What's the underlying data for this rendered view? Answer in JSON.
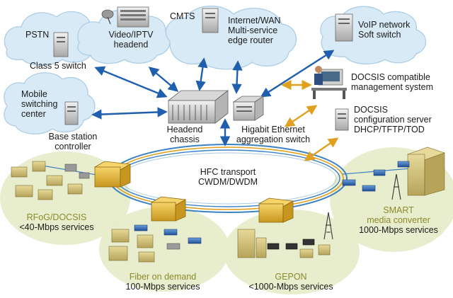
{
  "nodes": {
    "pstn": "PSTN",
    "class5_switch": "Class 5 switch",
    "video_iptv_headend": [
      "Video/IPTV",
      "headend"
    ],
    "cmts": "CMTS",
    "internet_wan": [
      "Internet/WAN",
      "Multi-service",
      "edge router"
    ],
    "voip_network": [
      "VoIP network",
      "Soft switch"
    ],
    "mobile_switching_center": [
      "Mobile",
      "switching",
      "center"
    ],
    "base_station_controller": [
      "Base station",
      "controller"
    ],
    "headend_chassis": [
      "Headend",
      "chassis"
    ],
    "gige_aggregation_switch": [
      "Higabit Ethernet",
      "aggregation switch"
    ],
    "docsis_management_system": [
      "DOCSIS compatible",
      "management system"
    ],
    "docsis_config_server": [
      "DOCSIS",
      "configuration server",
      "DHCP/TFTP/TOD"
    ],
    "hfc_transport": [
      "HFC transport",
      "CWDM/DWDM"
    ]
  },
  "segments": {
    "rfog": {
      "name": "RFoG/DOCSIS",
      "service": "<40-Mbps services"
    },
    "fiber_on_demand": {
      "name": "Fiber on demand",
      "service": "100-Mbps services"
    },
    "gepon": {
      "name": "GEPON",
      "service": "<1000-Mbps services"
    },
    "smart_media": {
      "name": [
        "SMART",
        "media converter"
      ],
      "service": "1000-Mbps services"
    }
  },
  "colors": {
    "cloud": "#d8eaf6",
    "cloud_edge": "#a9cbe4",
    "link_blue": "#1f5fae",
    "link_orange": "#e0a020",
    "ring_blue": "#3b82c4",
    "segment_fill": "#e6ecc8",
    "segment_text": "#8a8a2a",
    "node_yellow": "#e2b53a"
  }
}
